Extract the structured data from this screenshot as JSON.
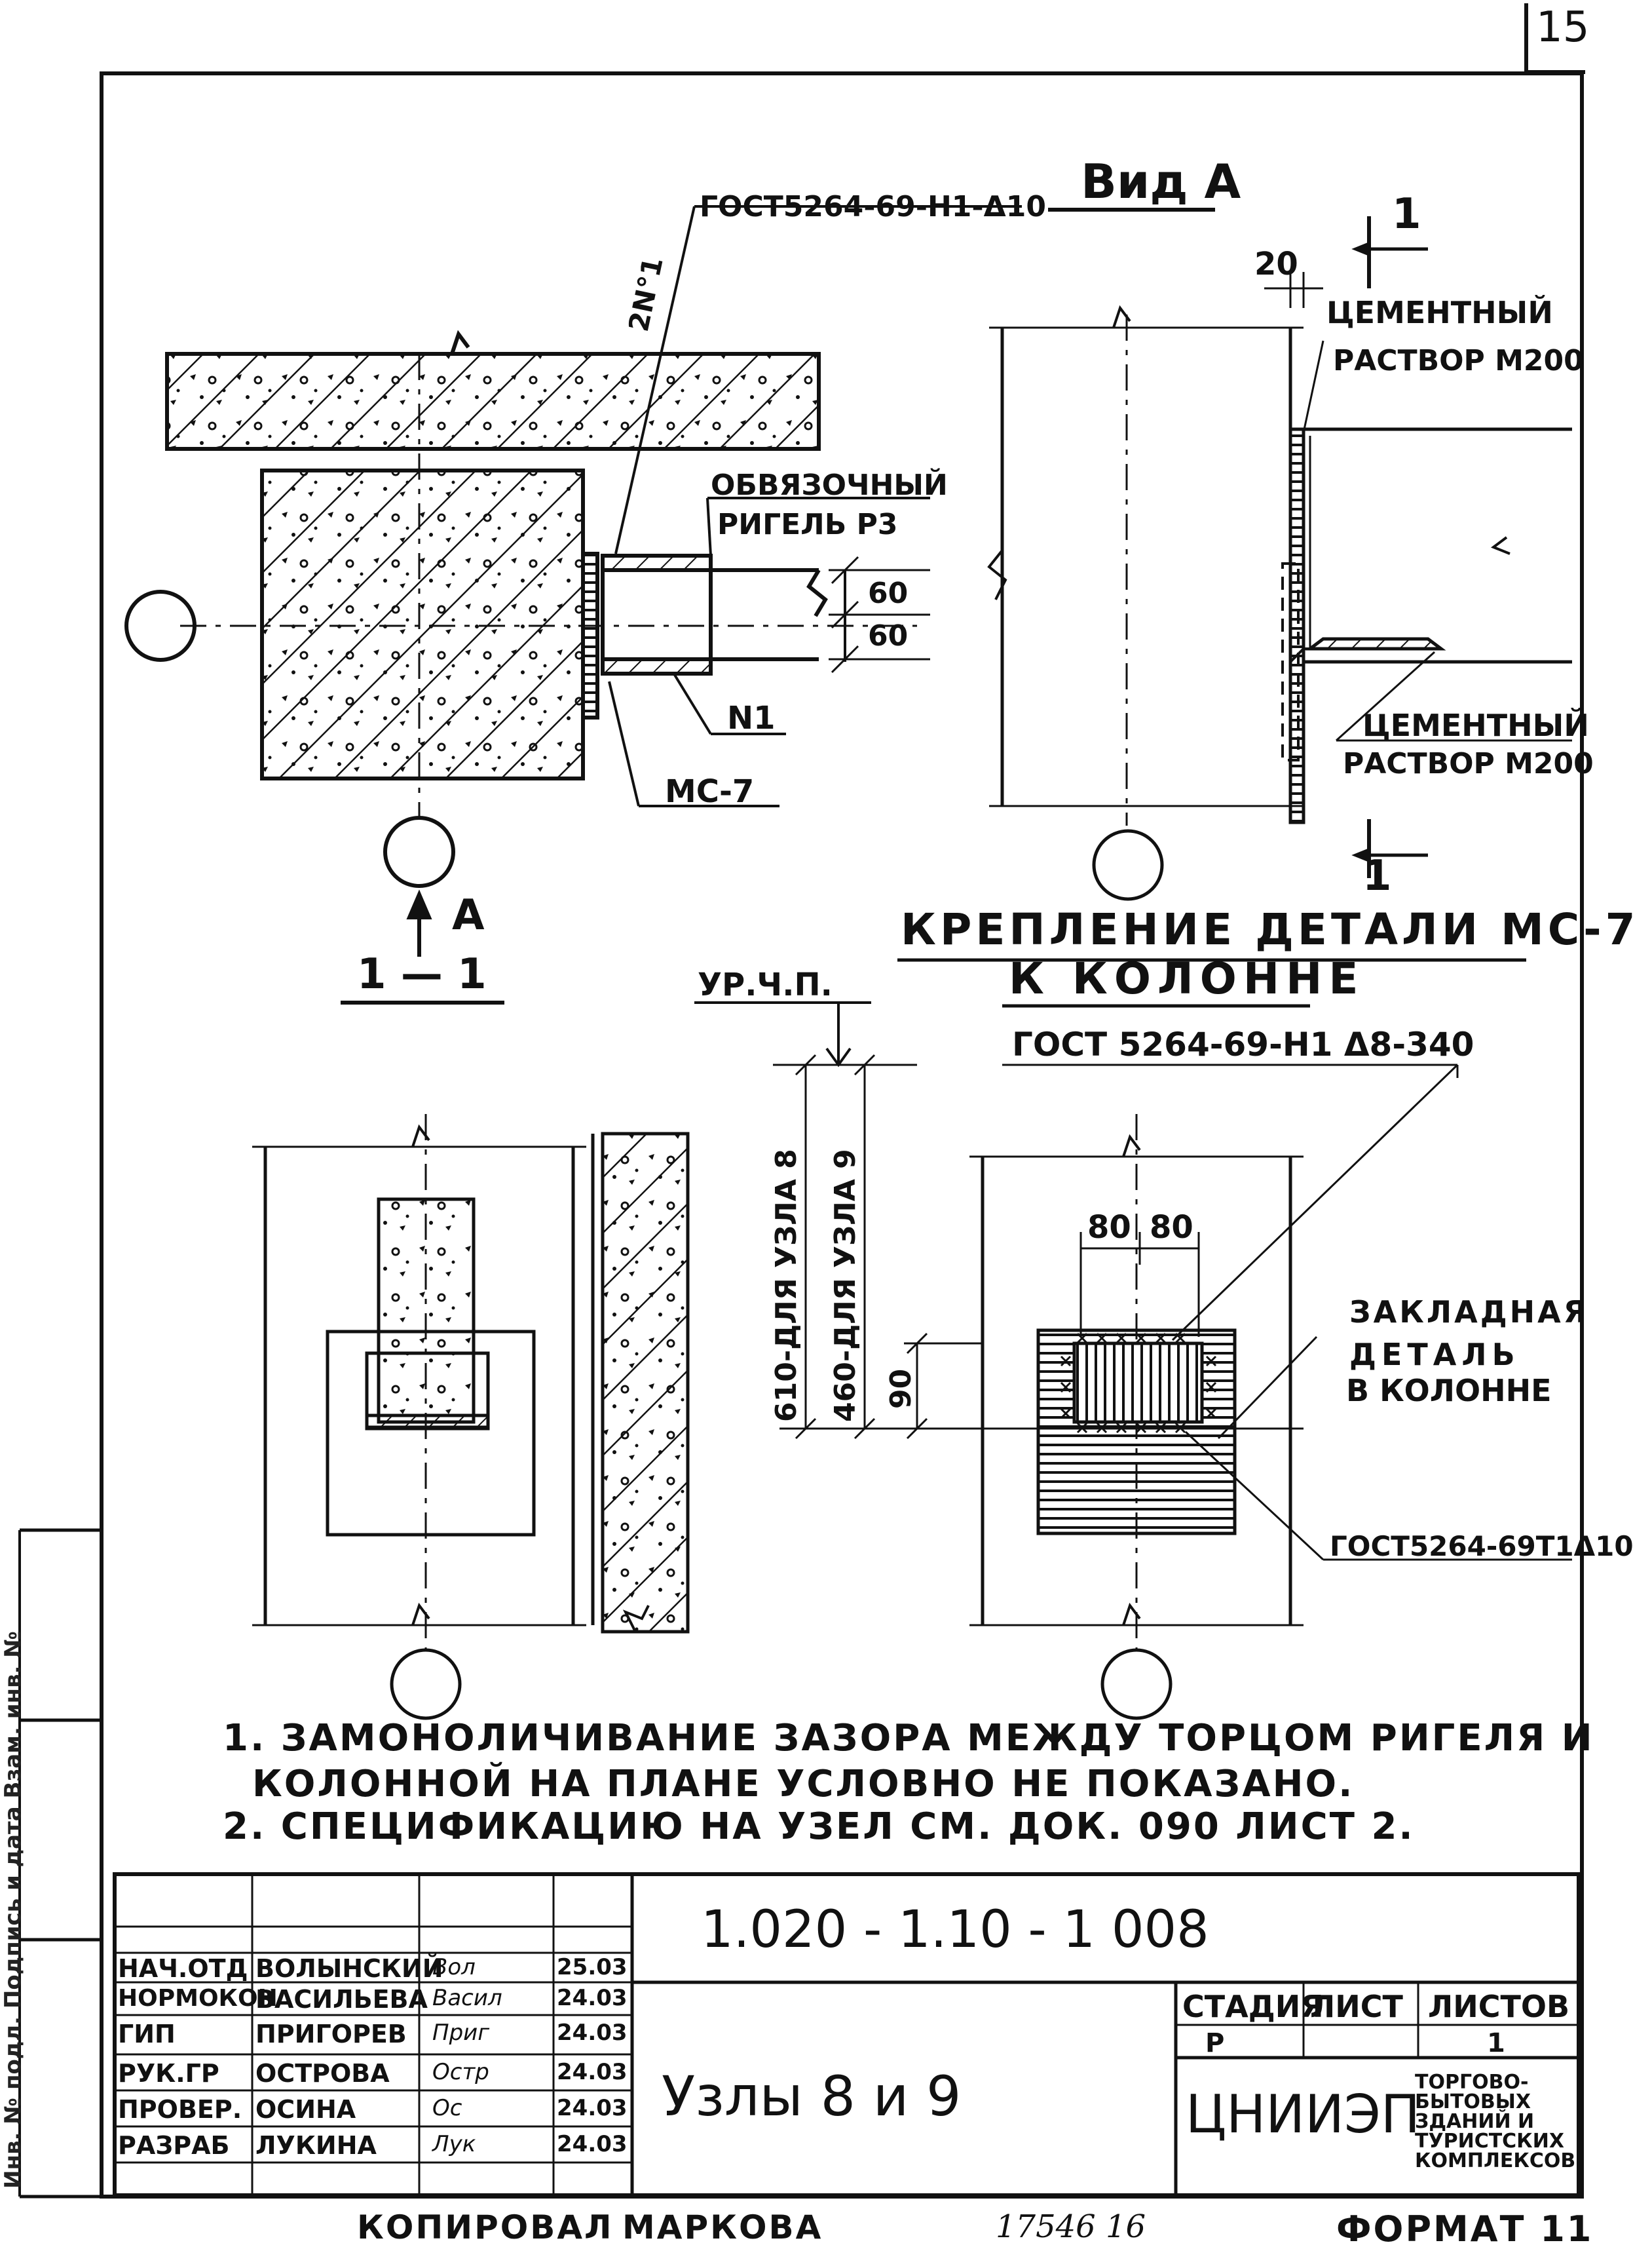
{
  "page_number": "15",
  "view_a": {
    "title": "Вид А"
  },
  "section_mark": {
    "label": "1"
  },
  "labels": {
    "gost_top": "ГОСТ5264-69-Н1-Δ10",
    "rebar_2n1": "2N°1",
    "dimension_20": "20",
    "cement_top_1": "ЦЕМЕНТНЫЙ",
    "cement_top_2": "РАСТВОР М200",
    "beam_1": "ОБВЯЗОЧНЫЙ",
    "beam_2": "РИГЕЛЬ Р3",
    "dim_60a": "60",
    "dim_60b": "60",
    "n1": "N1",
    "mc7": "МС-7",
    "cement_bot_1": "ЦЕМЕНТНЫЙ",
    "cement_bot_2": "РАСТВОР М200",
    "arrow_a": "А",
    "section_11": "1 — 1",
    "caption_1": "КРЕПЛЕНИЕ ДЕТАЛИ МС-7",
    "caption_2": "К КОЛОННЕ",
    "floor_level": "УР.Ч.П.",
    "gost_mid": "ГОСТ 5264-69-Н1 Δ8-340",
    "dim_610": "610-ДЛЯ УЗЛА 8",
    "dim_460": "460-ДЛЯ УЗЛА 9",
    "dim_90": "90",
    "dim_80a": "80",
    "dim_80b": "80",
    "embedded_1": "ЗАКЛАДНАЯ",
    "embedded_2": "ДЕТАЛЬ",
    "embedded_3": "В КОЛОННЕ",
    "gost_bot": "ГОСТ5264-69Т1Δ10"
  },
  "notes": [
    "1. ЗАМОНОЛИЧИВАНИЕ ЗАЗОРА МЕЖДУ ТОРЦОМ РИГЕЛЯ И",
    "КОЛОННОЙ НА ПЛАНЕ УСЛОВНО НЕ ПОКАЗАНО.",
    "2. СПЕЦИФИКАЦИЮ НА УЗЕЛ СМ. ДОК. 090 ЛИСТ 2."
  ],
  "side_strip": "Инв. № подл. Подпись и дата Взам. инв. №",
  "title_block": {
    "doc_number": "1.020 - 1.10 - 1 008",
    "title": "Узлы 8 и 9",
    "stage_header": "СТАДИЯ",
    "sheet_header": "ЛИСТ",
    "sheets_header": "ЛИСТОВ",
    "stage_value": "Р",
    "sheet_value": "",
    "sheets_value": "1",
    "org": "ЦНИИЭП",
    "org_sub": [
      "ТОРГОВО-",
      "БЫТОВЫХ",
      "ЗДАНИЙ И",
      "ТУРИСТСКИХ",
      "КОМПЛЕКСОВ"
    ],
    "signers": [
      {
        "role": "НАЧ.ОТД",
        "name": "ВОЛЫНСКИЙ",
        "signature": "Вол",
        "date": "25.03"
      },
      {
        "role": "НОРМОКОН",
        "name": "ВАСИЛЬЕВА",
        "signature": "Васил",
        "date": "24.03"
      },
      {
        "role": "ГИП",
        "name": "ПРИГОРЕВ",
        "signature": "Приг",
        "date": "24.03"
      },
      {
        "role": "РУК.ГР",
        "name": "ОСТРОВА",
        "signature": "Остр",
        "date": "24.03"
      },
      {
        "role": "ПРОВЕР.",
        "name": "ОСИНА",
        "signature": "Ос",
        "date": "24.03"
      },
      {
        "role": "РАЗРАБ",
        "name": "ЛУКИНА",
        "signature": "Лук",
        "date": "24.03"
      }
    ]
  },
  "footer": {
    "copied_label": "КОПИРОВАЛ",
    "copied_name": "МАРКОВА",
    "code": "17546 16",
    "format": "ФОРМАТ 11"
  }
}
